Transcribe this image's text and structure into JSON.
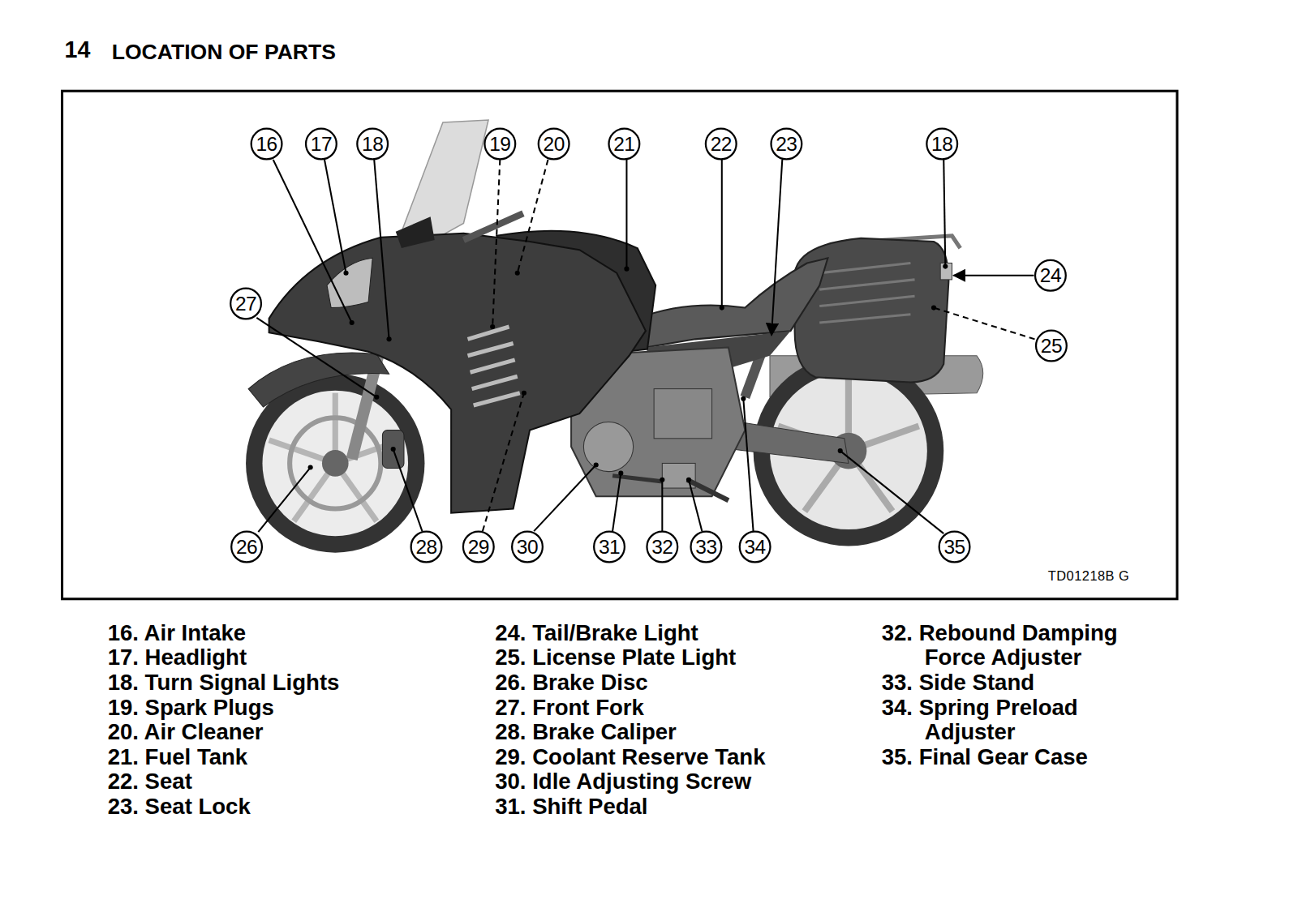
{
  "diagram": {
    "title": "LOCATION OF PARTS",
    "nodes": [
      {
        "text": [
          "16"
        ]
      },
      {
        "text": [
          "17"
        ]
      },
      {
        "text": [
          "18"
        ]
      },
      {
        "text": [
          "19"
        ]
      },
      {
        "text": [
          "20"
        ]
      },
      {
        "text": [
          "21"
        ]
      },
      {
        "text": [
          "22"
        ]
      },
      {
        "text": [
          "23"
        ]
      },
      {
        "text": [
          "18"
        ]
      },
      {
        "text": [
          "24"
        ]
      },
      {
        "text": [
          "27"
        ]
      },
      {
        "text": [
          "25"
        ]
      },
      {
        "text": [
          "26"
        ]
      },
      {
        "text": [
          "28"
        ]
      },
      {
        "text": [
          "29"
        ]
      },
      {
        "text": [
          "30"
        ]
      },
      {
        "text": [
          "31"
        ]
      },
      {
        "text": [
          "32"
        ]
      },
      {
        "text": [
          "33"
        ]
      },
      {
        "text": [
          "34"
        ]
      },
      {
        "text": [
          "35"
        ]
      }
    ],
    "labels": [
      "14",
      "TD01218B G",
      "16. Air Intake",
      "17. Headlight",
      "18. Turn Signal Lights",
      "19. Spark Plugs",
      "20. Air Cleaner",
      "21. Fuel Tank",
      "22. Seat",
      "23. Seat Lock",
      "24. Tail/Brake Light",
      "25. License Plate Light",
      "26. Brake Disc",
      "27. Front Fork",
      "28. Brake Caliper",
      "29. Coolant Reserve Tank",
      "30. Idle Adjusting Screw",
      "31. Shift Pedal",
      "32. Rebound Damping Force Adjuster",
      "33. Side Stand",
      "34. Spring Preload Adjuster",
      "35. Final Gear Case"
    ]
  }
}
